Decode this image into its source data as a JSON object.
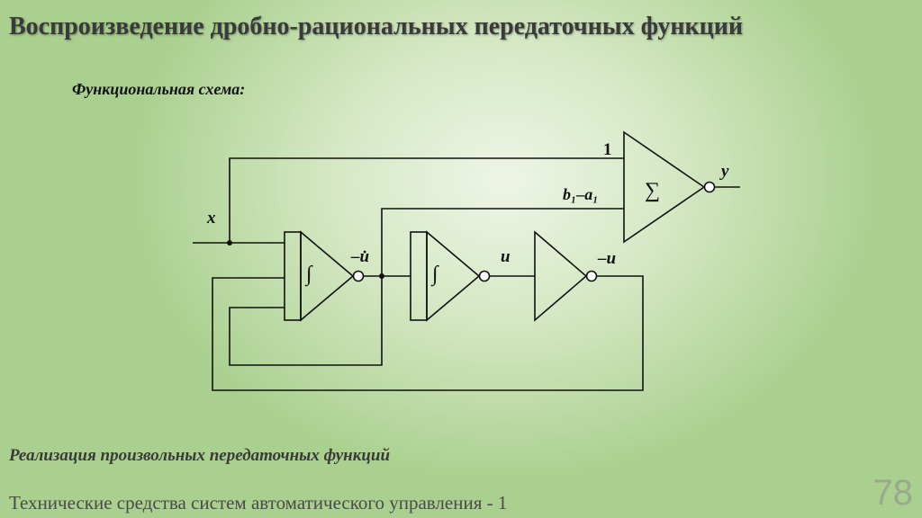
{
  "title": "Воспроизведение дробно-рациональных передаточных функций",
  "subtitle": "Функциональная схема:",
  "diagram": {
    "labels": {
      "input": "x",
      "output": "y",
      "gain_1": "1",
      "gain_2": "b₁–a₁",
      "sum_symbol": "∑",
      "integrator_symbol": "∫",
      "signal_neg_udot": "–u̇",
      "signal_u": "u",
      "signal_neg_u": "–u"
    }
  },
  "footer": {
    "heading": "Реализация произвольных передаточных функций",
    "course": "Технические средства систем автоматического управления - 1",
    "page_number": "78"
  }
}
